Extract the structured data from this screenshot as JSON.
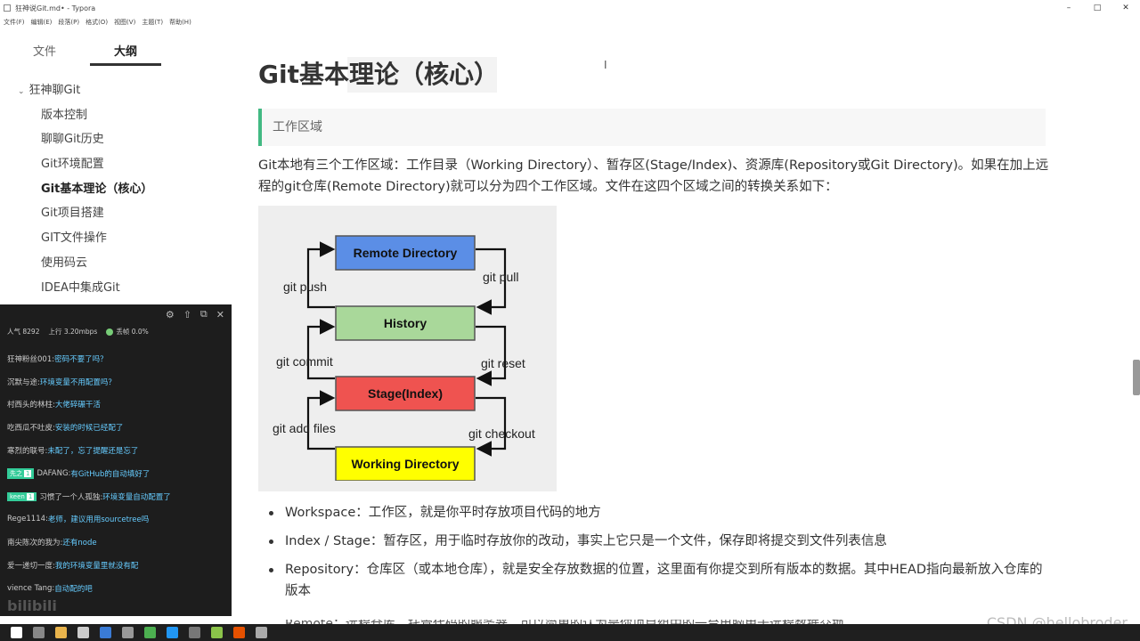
{
  "window": {
    "title": "狂神说Git.md• - Typora",
    "controls": [
      "–",
      "□",
      "✕"
    ]
  },
  "menu": [
    "文件(F)",
    "编辑(E)",
    "段落(P)",
    "格式(O)",
    "视图(V)",
    "主题(T)",
    "帮助(H)"
  ],
  "sidebar": {
    "tabs": [
      "文件",
      "大纲"
    ],
    "active_tab": "大纲",
    "outline": [
      {
        "label": "狂神聊Git",
        "root": true
      },
      {
        "label": "版本控制"
      },
      {
        "label": "聊聊Git历史"
      },
      {
        "label": "Git环境配置"
      },
      {
        "label": "Git基本理论（核心）",
        "active": true
      },
      {
        "label": "Git项目搭建"
      },
      {
        "label": "GIT文件操作"
      },
      {
        "label": "使用码云"
      },
      {
        "label": "IDEA中集成Git"
      }
    ]
  },
  "content": {
    "heading": "Git基本理论（核心）",
    "quote": "工作区域",
    "paragraph": "Git本地有三个工作区域：工作目录（Working Directory）、暂存区(Stage/Index)、资源库(Repository或Git Directory)。如果在加上远程的git仓库(Remote Directory)就可以分为四个工作区域。文件在这四个区域之间的转换关系如下：",
    "diagram": {
      "boxes": [
        {
          "label": "Remote Directory",
          "color": "#5b8ee6"
        },
        {
          "label": "History",
          "color": "#a9d89a"
        },
        {
          "label": "Stage(Index)",
          "color": "#ef5350"
        },
        {
          "label": "Working Directory",
          "color": "#ffff00"
        }
      ],
      "arrows": [
        "git push",
        "git pull",
        "git commit",
        "git reset",
        "git add files",
        "git checkout"
      ]
    },
    "bullets": [
      "Workspace：工作区，就是你平时存放项目代码的地方",
      "Index / Stage：暂存区，用于临时存放你的改动，事实上它只是一个文件，保存即将提交到文件列表信息",
      "Repository：仓库区（或本地仓库），就是安全存放数据的位置，这里面有你提交到所有版本的数据。其中HEAD指向最新放入仓库的版本"
    ],
    "clipped_line": "Remote：远程仓库，托管代码的服务器，可以简单的认为是你项目组中的一台电脑用于远程数据交换"
  },
  "chat": {
    "stats": {
      "popularity": "人气 8292",
      "upload": "上行 3.20mbps",
      "loss": "丢帧 0.0%"
    },
    "messages": [
      {
        "user": "狂神粉丝001:",
        "text": "密码不要了吗？"
      },
      {
        "user": "沉默与途:",
        "text": "环境变量不用配置吗？"
      },
      {
        "user": "村西头的林柱:",
        "text": "大佬碎碾干活"
      },
      {
        "user": "吃西瓜不吐皮:",
        "text": "安装的时候已经配了"
      },
      {
        "user": "寒烈的联号:",
        "text": "未配了，忘了提醒还是忘了"
      },
      {
        "user": "DAFANG:",
        "text": "有GitHub的自动填好了",
        "badge": "先之",
        "level": "1"
      },
      {
        "user": "习惯了一个人孤独:",
        "text": "环境变量自动配置了",
        "badge": "keen",
        "level": "1"
      },
      {
        "user": "Rege1114:",
        "text": "老师，建议用用sourcetree吗"
      },
      {
        "user": "南尖陈次的我为:",
        "text": "还有node"
      },
      {
        "user": "爱一递切一度:",
        "text": "我的环境变量里就没有配"
      },
      {
        "user": "vience Tang:",
        "text": "自动配的吧"
      }
    ],
    "footer": "bilibili"
  },
  "watermark": "CSDN @hellobroder",
  "colors": {
    "accent": "#42b983",
    "taskbar": "#1f1f1f"
  }
}
